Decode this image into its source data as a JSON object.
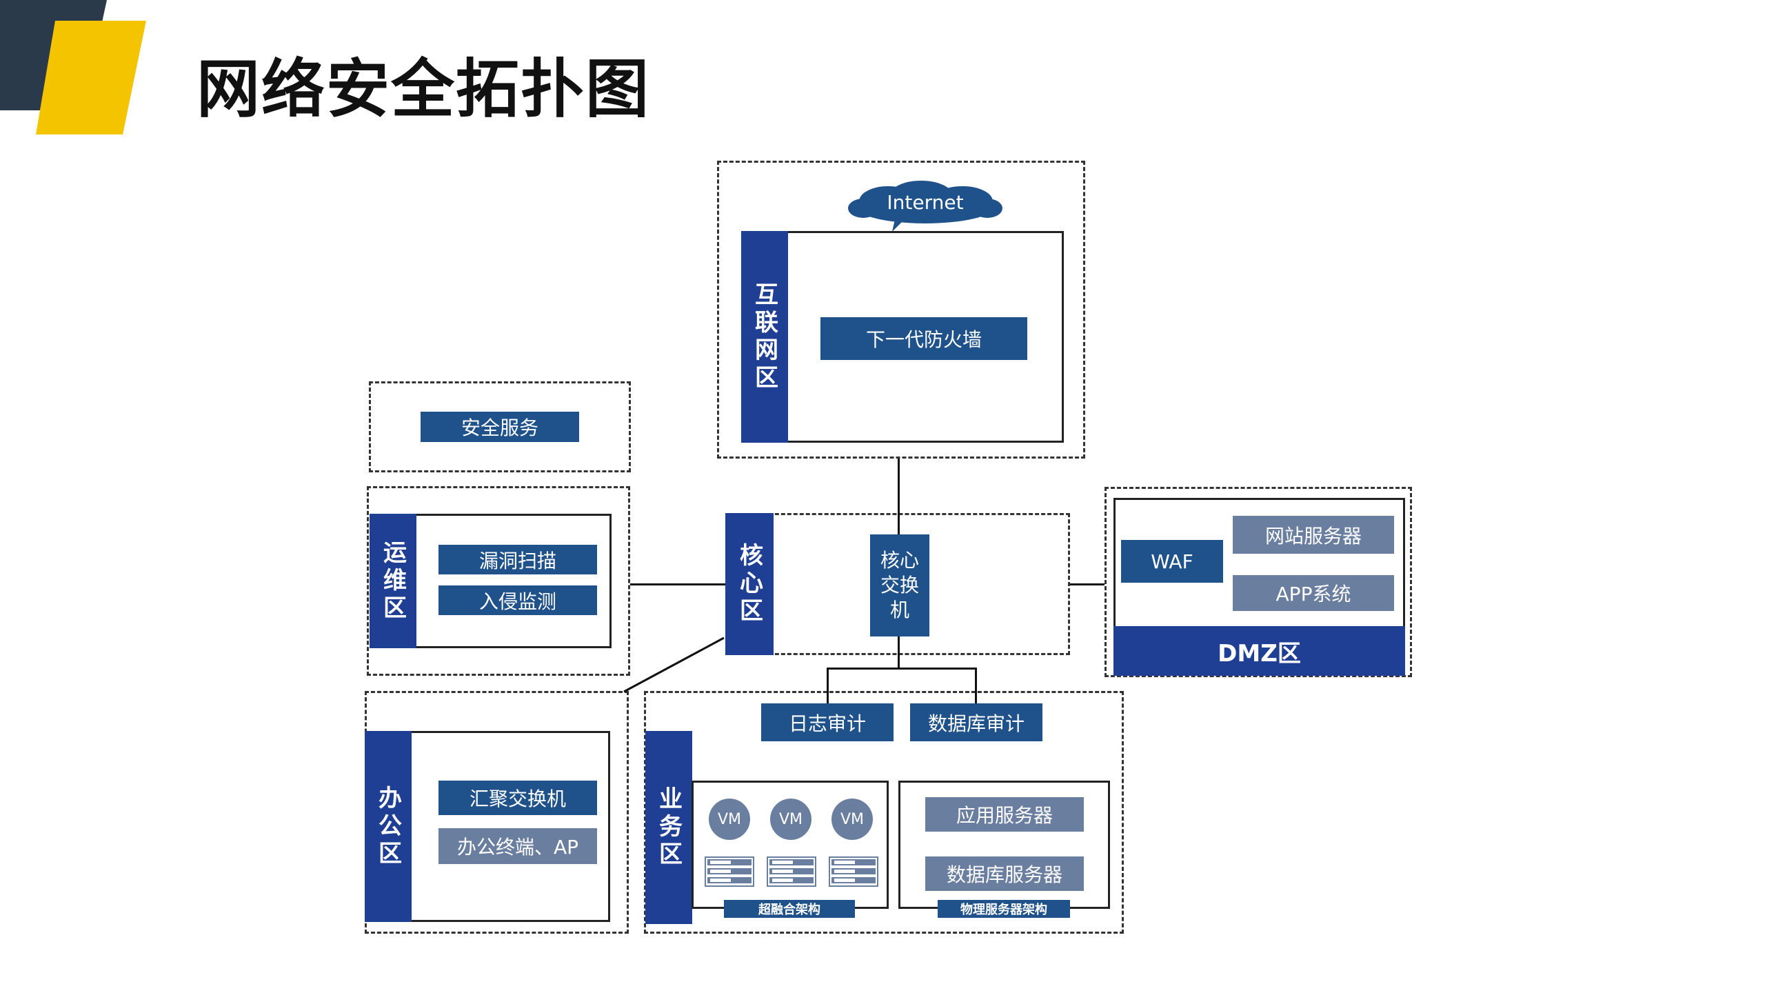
{
  "page_title": "网络安全拓扑图",
  "colors": {
    "accent_yellow": "#f5c400",
    "accent_dark": "#2b3a4a",
    "zone_blue": "#1f3f95",
    "box_dark": "#1f528a",
    "box_gray": "#6a7ea0"
  },
  "internet": {
    "cloud_label": "Internet",
    "zone_label": "互联网区",
    "firewall": "下一代防火墙"
  },
  "security_service": {
    "label": "安全服务"
  },
  "ops": {
    "zone_label": "运维区",
    "items": [
      "漏洞扫描",
      "入侵监测"
    ]
  },
  "core": {
    "zone_label": "核心区",
    "switch": "核心交换机"
  },
  "dmz": {
    "zone_label": "DMZ区",
    "waf": "WAF",
    "items": [
      "网站服务器",
      "APP系统"
    ]
  },
  "office": {
    "zone_label": "办公区",
    "items": [
      "汇聚交换机",
      "办公终端、AP"
    ]
  },
  "business": {
    "zone_label": "业务区",
    "audit": [
      "日志审计",
      "数据库审计"
    ],
    "vm_label": "VM",
    "hci_label": "超融合架构",
    "physical_items": [
      "应用服务器",
      "数据库服务器"
    ],
    "physical_label": "物理服务器架构"
  }
}
